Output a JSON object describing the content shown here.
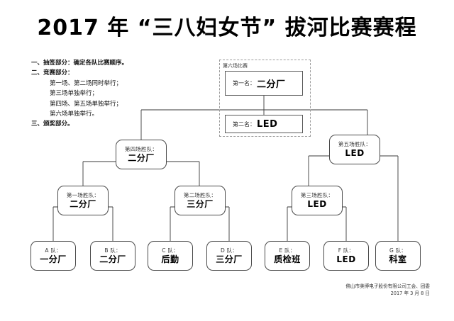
{
  "title": "2017 年 “三八妇女节” 拔河比赛赛程",
  "notes": [
    {
      "text": "一、抽签部分：确定各队比赛顺序。",
      "style": "head"
    },
    {
      "text": "二、竞赛部分：",
      "style": "head"
    },
    {
      "text": "第一场、第二场同时举行；",
      "style": "indent"
    },
    {
      "text": "第三场单独举行；",
      "style": "indent"
    },
    {
      "text": "第四场、第五场单独举行；",
      "style": "indent"
    },
    {
      "text": "第六场单独举行。",
      "style": "indent"
    },
    {
      "text": "三、颁奖部分。",
      "style": "head"
    }
  ],
  "final": {
    "group_title": "第六场比赛",
    "first": {
      "label": "第一名：",
      "value": "二分厂"
    },
    "second": {
      "label": "第二名：",
      "value": "LED"
    }
  },
  "semifinals": [
    {
      "label": "第四场胜队：",
      "value": "二分厂"
    },
    {
      "label": "第五场胜队：",
      "value": "LED"
    }
  ],
  "quarterfinals": [
    {
      "label": "第一场胜队：",
      "value": "二分厂"
    },
    {
      "label": "第二场胜队：",
      "value": "三分厂"
    },
    {
      "label": "第三场胜队：",
      "value": "LED"
    }
  ],
  "teams": [
    {
      "label": "A 队：",
      "value": "一分厂"
    },
    {
      "label": "B 队：",
      "value": "二分厂"
    },
    {
      "label": "C 队：",
      "value": "后勤"
    },
    {
      "label": "D 队：",
      "value": "三分厂"
    },
    {
      "label": "E 队：",
      "value": "质检班"
    },
    {
      "label": "F 队：",
      "value": "LED"
    },
    {
      "label": "G 队：",
      "value": "科室"
    }
  ],
  "footer": {
    "org": "佛山市美博电子股份有限公司工会、团委",
    "date": "2017 年 3 月 8 日"
  },
  "colors": {
    "line": "#3a3a3a",
    "dashed": "#9a9a9a",
    "text": "#000000"
  }
}
